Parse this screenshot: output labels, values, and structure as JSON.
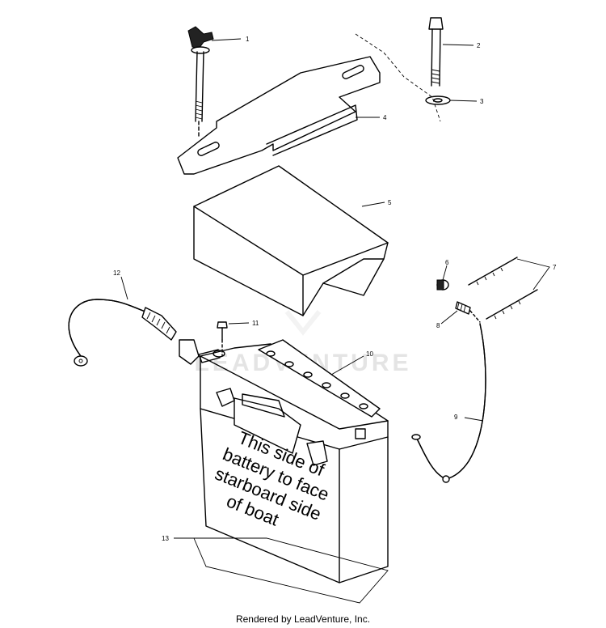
{
  "diagram": {
    "callouts": [
      "1",
      "2",
      "3",
      "4",
      "5",
      "6",
      "7",
      "8",
      "9",
      "10",
      "11",
      "12",
      "13"
    ],
    "battery_label_lines": [
      "This side of",
      "battery to face",
      "starboard side",
      "of boat"
    ],
    "watermark": "LEADVENTURE"
  },
  "footer": {
    "credit": "Rendered by LeadVenture, Inc."
  }
}
